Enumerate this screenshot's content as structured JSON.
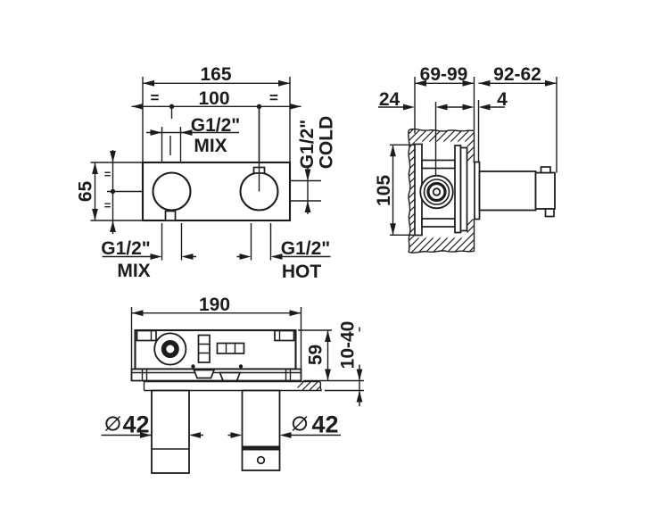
{
  "drawing": {
    "front_view": {
      "dim_total_width": "165",
      "dim_center_distance": "100",
      "equal_left": "=",
      "equal_right": "=",
      "dim_height": "65",
      "equal_top": "=",
      "equal_bottom": "=",
      "port_top": {
        "thread": "G1/2\"",
        "name": "MIX"
      },
      "port_right": {
        "thread": "G1/2\"",
        "name": "COLD"
      },
      "port_bottom_left": {
        "thread": "G1/2\"",
        "name": "MIX"
      },
      "port_bottom_right": {
        "thread": "G1/2\"",
        "name": "HOT"
      }
    },
    "side_view": {
      "dim_depth_range": "69-99",
      "dim_protrusion_range": "92-62",
      "dim_wall_to_axis": "24",
      "dim_plate_gap": "4",
      "dim_bracket_height": "105"
    },
    "bottom_view": {
      "dim_total_width": "190",
      "dim_body_depth": "59",
      "dim_finish_range": "10-40",
      "dim_pipe_left_diameter": "42",
      "dim_pipe_right_diameter": "42"
    }
  }
}
